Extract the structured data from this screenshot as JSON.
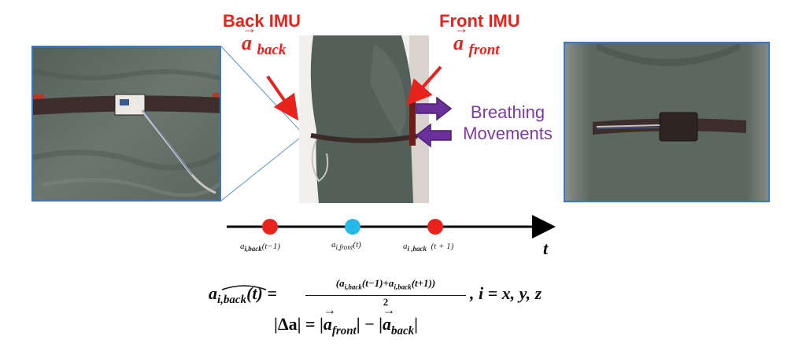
{
  "labels": {
    "back_imu": "Back IMU",
    "front_imu": "Front IMU",
    "back_vec_base": "a",
    "back_vec_sub": "back",
    "front_vec_base": "a",
    "front_vec_sub": "front",
    "breathing_line1": "Breathing",
    "breathing_line2": "Movements"
  },
  "timeline": {
    "axis_label": "t",
    "points": [
      {
        "label": "a_{i,back}(t−1)",
        "color": "#e8231d"
      },
      {
        "label": "a_{i,front}(t)",
        "color": "#29b6e8"
      },
      {
        "label": "a_{i,back}(t+1)",
        "color": "#e8231d"
      }
    ],
    "label_text": {
      "p1_base": "a",
      "p1_sub": "i,back",
      "p1_rest": "(t−1)",
      "p2_base": "a",
      "p2_sub": "i,front",
      "p2_rest": "(t)",
      "p3_base": "a",
      "p3_sub": "i ,back",
      "p3_rest": "(t + 1)"
    }
  },
  "equations": {
    "eq1_lhs": "a",
    "eq1_lhs_sub": "i,back",
    "eq1_lhs_arg": "(t) =",
    "eq1_num": "(a_{i,back}(t−1)+a_{i,back}(t+1))",
    "eq1_num_text": "(a",
    "eq1_num_sub1": "i,back",
    "eq1_num_mid": "(t−1)+a",
    "eq1_num_sub2": "i,back",
    "eq1_num_end": "(t+1))",
    "eq1_den": "2",
    "eq1_rhs": ", i = x, y, z",
    "eq2_lhs": "|Δa| = |",
    "eq2_front_sub": "front",
    "eq2_mid": "| − |",
    "eq2_back_sub": "back",
    "eq2_end": "|"
  },
  "colors": {
    "red": "#e8231d",
    "blue_dot": "#29b6e8",
    "purple": "#6b2f9a",
    "frame_blue": "#3b78c4",
    "sweater": "#5c6a5c"
  },
  "icons": [
    "sweater-photo",
    "strap",
    "imu-sensor",
    "red-arrow",
    "purple-arrow"
  ]
}
